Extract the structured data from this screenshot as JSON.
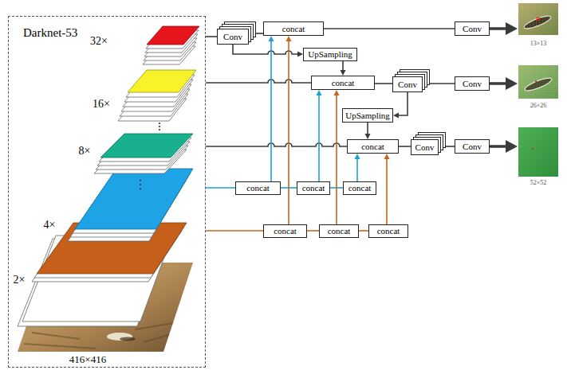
{
  "diagram": {
    "nodes": [
      {
        "text": [
          "Darknet-53"
        ]
      },
      {
        "text": [
          "Conv"
        ]
      },
      {
        "text": [
          "concat"
        ]
      },
      {
        "text": [
          "Conv"
        ]
      },
      {
        "text": [
          "13×13"
        ]
      },
      {
        "text": [
          "UpSampling"
        ]
      },
      {
        "text": [
          "concat"
        ]
      },
      {
        "text": [
          "Conv"
        ]
      },
      {
        "text": [
          "Conv"
        ]
      },
      {
        "text": [
          "26×26"
        ]
      },
      {
        "text": [
          "UpSampling"
        ]
      },
      {
        "text": [
          "concat"
        ]
      },
      {
        "text": [
          "Conv"
        ]
      },
      {
        "text": [
          "Conv"
        ]
      },
      {
        "text": [
          "52×52"
        ]
      },
      {
        "text": [
          "concat"
        ]
      },
      {
        "text": [
          "concat"
        ]
      },
      {
        "text": [
          "concat"
        ]
      },
      {
        "text": [
          "concat"
        ]
      },
      {
        "text": [
          "concat"
        ]
      },
      {
        "text": [
          "concat"
        ]
      }
    ],
    "edges": [
      {
        "from": 0,
        "to": 1,
        "arrow": "none"
      },
      {
        "from": 1,
        "to": 2,
        "arrow": "none"
      },
      {
        "from": 2,
        "to": 3,
        "arrow": "none"
      },
      {
        "from": 3,
        "to": 4,
        "arrow": "to"
      },
      {
        "from": 1,
        "to": 5,
        "arrow": "to"
      },
      {
        "from": 5,
        "to": 6,
        "arrow": "to"
      },
      {
        "from": 0,
        "to": 6,
        "arrow": "none"
      },
      {
        "from": 6,
        "to": 7,
        "arrow": "none"
      },
      {
        "from": 7,
        "to": 8,
        "arrow": "none"
      },
      {
        "from": 8,
        "to": 9,
        "arrow": "to"
      },
      {
        "from": 7,
        "to": 10,
        "arrow": "to"
      },
      {
        "from": 10,
        "to": 11,
        "arrow": "to"
      },
      {
        "from": 0,
        "to": 11,
        "arrow": "none"
      },
      {
        "from": 11,
        "to": 12,
        "arrow": "none"
      },
      {
        "from": 12,
        "to": 13,
        "arrow": "none"
      },
      {
        "from": 13,
        "to": 14,
        "arrow": "to"
      },
      {
        "from": 0,
        "to": 15,
        "arrow": "none"
      },
      {
        "from": 15,
        "to": 16,
        "arrow": "none"
      },
      {
        "from": 16,
        "to": 17,
        "arrow": "none"
      },
      {
        "from": 15,
        "to": 2,
        "arrow": "to"
      },
      {
        "from": 16,
        "to": 6,
        "arrow": "to"
      },
      {
        "from": 17,
        "to": 11,
        "arrow": "to"
      },
      {
        "from": 0,
        "to": 18,
        "arrow": "none"
      },
      {
        "from": 18,
        "to": 19,
        "arrow": "none"
      },
      {
        "from": 19,
        "to": 20,
        "arrow": "none"
      },
      {
        "from": 18,
        "to": 2,
        "arrow": "to"
      },
      {
        "from": 19,
        "to": 6,
        "arrow": "to"
      },
      {
        "from": 20,
        "to": 11,
        "arrow": "to"
      }
    ],
    "labels": [
      "32×",
      "16×",
      "8×",
      "4×",
      "2×",
      "416×416"
    ]
  }
}
